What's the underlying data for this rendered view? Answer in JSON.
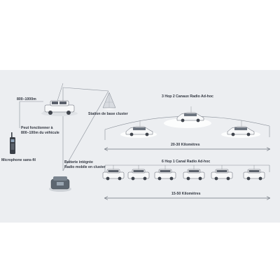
{
  "labels": {
    "range_top": "800–1000m",
    "works_within_l1": "Peut fonctionner à",
    "works_within_l2": "800–100m du véhicule",
    "microphone": "Microphone sans-fil",
    "base_station": "Station de base cluster",
    "battery_l1": "Batterie intégrée",
    "battery_l2": "Radio mobile en cluster",
    "hop3_title": "3 Hop 2 Canaux Radio Ad-hoc",
    "hop3_range": "20-30 Kilomètres",
    "hop6_title": "6 Hop 1 Canal Radio Ad-hoc",
    "hop6_range": "15-50 Kilomètres"
  },
  "colors": {
    "panel": "#eceef1",
    "line": "#8a9099",
    "text": "#333842",
    "vehicle": "#ffffff",
    "vehicle_outline": "#5b616b",
    "ground_shadow": "#d9dce0"
  }
}
